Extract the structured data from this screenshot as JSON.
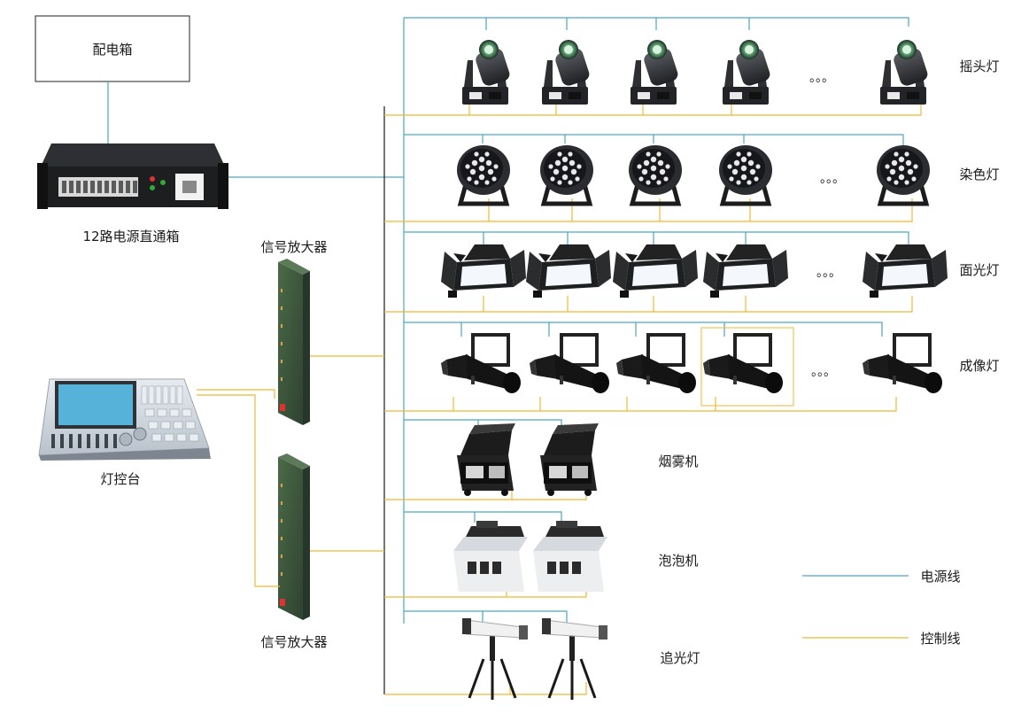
{
  "colors": {
    "power_line": "#4aa6c2",
    "control_line": "#f2b732",
    "device_dark": "#2b2d30",
    "device_green": "#3f5a3c",
    "console_body": "#cfd6de"
  },
  "distribution_box": {
    "label": "配电箱"
  },
  "power_box": {
    "label": "12路电源直通箱"
  },
  "amplifiers": [
    {
      "label": "信号放大器"
    },
    {
      "label": "信号放大器"
    }
  ],
  "console": {
    "label": "灯控台"
  },
  "fixtures": [
    {
      "label": "摇头灯",
      "count": 5,
      "has_ellipsis": true,
      "icon": "moving-head-icon"
    },
    {
      "label": "染色灯",
      "count": 5,
      "has_ellipsis": true,
      "icon": "par-light-icon"
    },
    {
      "label": "面光灯",
      "count": 5,
      "has_ellipsis": true,
      "icon": "flood-light-icon"
    },
    {
      "label": "成像灯",
      "count": 5,
      "has_ellipsis": true,
      "icon": "profile-spot-icon"
    },
    {
      "label": "烟雾机",
      "count": 2,
      "has_ellipsis": false,
      "icon": "fog-machine-icon"
    },
    {
      "label": "泡泡机",
      "count": 2,
      "has_ellipsis": false,
      "icon": "bubble-machine-icon"
    },
    {
      "label": "追光灯",
      "count": 2,
      "has_ellipsis": false,
      "icon": "follow-spot-icon"
    }
  ],
  "legend": {
    "power": "电源线",
    "control": "控制线"
  },
  "ellipsis": "。。。"
}
